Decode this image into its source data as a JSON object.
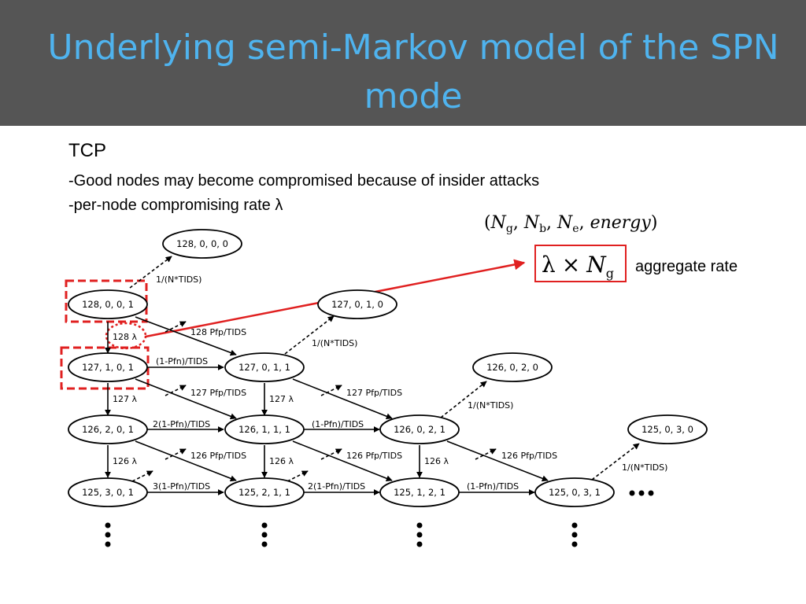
{
  "slide": {
    "title": "Underlying semi-Markov model of the SPN mode",
    "heading": "TCP",
    "bullets": [
      "-Good nodes may become compromised because of insider attacks",
      "-per-node compromising rate λ"
    ],
    "tuple": {
      "open": "(",
      "ng": "N",
      "ng_sub": "g",
      "nb": "N",
      "nb_sub": "b",
      "ne": "N",
      "ne_sub": "e",
      "energy": "energy",
      "close": ")"
    },
    "formula": {
      "lambda": "λ",
      "times": "×",
      "n": "N",
      "n_sub": "g"
    },
    "annotation": "aggregate rate"
  },
  "colors": {
    "title_bg": "#555555",
    "title_fg": "#4fb3ee",
    "highlight": "#e02020"
  },
  "diagram": {
    "states": [
      "128, 0, 0, 0",
      "128, 0, 0, 1",
      "127, 0, 1, 0",
      "127, 1, 0, 1",
      "127, 0, 1, 1",
      "126, 0, 2, 0",
      "126, 2, 0, 1",
      "126, 1, 1, 1",
      "126, 0, 2, 1",
      "125, 0, 3, 0",
      "125, 3, 0, 1",
      "125, 2, 1, 1",
      "125, 1, 2, 1",
      "125, 0, 3, 1"
    ],
    "labels": {
      "exhaust_1": "1/(N*TIDS)",
      "exhaust_2": "1/(N*TIDS)",
      "exhaust_3": "1/(N*TIDS)",
      "exhaust_4": "1/(N*TIDS)",
      "comp_128": "128 λ",
      "comp_127": "127 λ",
      "comp_126a": "126 λ",
      "comp_126b": "126 λ",
      "comp_126c": "126 λ",
      "fp_128": "128 Pfp/TIDS",
      "fp_127a": "127 Pfp/TIDS",
      "fp_127b": "127 Pfp/TIDS",
      "fp_126a": "126 Pfp/TIDS",
      "fp_126b": "126 Pfp/TIDS",
      "fp_126c": "126 Pfp/TIDS",
      "fn_1": "(1-Pfn)/TIDS",
      "fn_2a": "2(1-Pfn)/TIDS",
      "fn_2b": "(1-Pfn)/TIDS",
      "fn_3a": "3(1-Pfn)/TIDS",
      "fn_3b": "2(1-Pfn)/TIDS",
      "fn_3c": "(1-Pfn)/TIDS"
    }
  }
}
